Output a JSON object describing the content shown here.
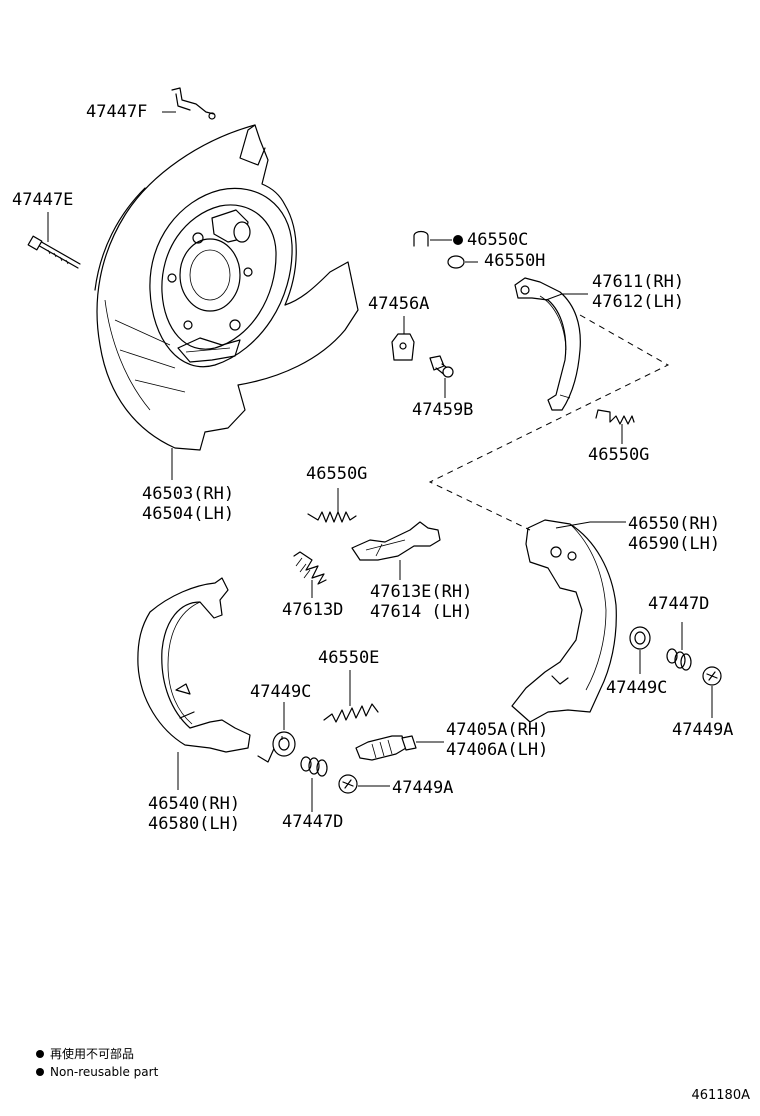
{
  "labels": {
    "l47447F": "47447F",
    "l47447E": "47447E",
    "l46503": "46503(RH)",
    "l46504": "46504(LH)",
    "l46550C": "46550C",
    "l46550H": "46550H",
    "l47611": "47611(RH)",
    "l47612": "47612(LH)",
    "l47456A": "47456A",
    "l47459B": "47459B",
    "l46550G_a": "46550G",
    "l46550G_b": "46550G",
    "l46550": "46550(RH)",
    "l46590": "46590(LH)",
    "l47613E": "47613E(RH)",
    "l47614": "47614 (LH)",
    "l47613D": "47613D",
    "l47447D_a": "47447D",
    "l46550E": "46550E",
    "l47449C_a": "47449C",
    "l47449C_b": "47449C",
    "l47449A_a": "47449A",
    "l47405A": "47405A(RH)",
    "l47406A": "47406A(LH)",
    "l47449A_b": "47449A",
    "l46540": "46540(RH)",
    "l46580": "46580(LH)",
    "l47447D_b": "47447D"
  },
  "legend": {
    "line1": "再使用不可部品",
    "line2": "Non-reusable part"
  },
  "drawing_number": "461180A"
}
